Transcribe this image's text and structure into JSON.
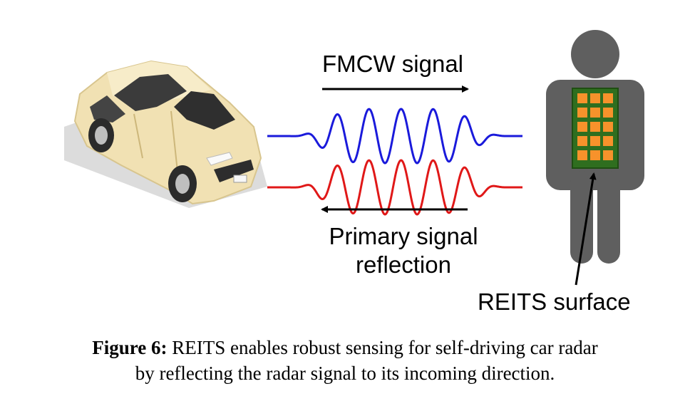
{
  "labels": {
    "fmcw": "FMCW signal",
    "primary_line1": "Primary signal",
    "primary_line2": "reflection",
    "reits_surface": "REITS surface"
  },
  "caption": {
    "prefix": "Figure 6:",
    "line1": " REITS enables robust sensing for self-driving car radar",
    "line2": "by reflecting the radar signal to its incoming direction."
  },
  "colors": {
    "outgoing_wave": "#1a1adb",
    "reflected_wave": "#e01818",
    "person": "#5f5f5f",
    "surface_board": "#2f6e1f",
    "surface_cell": "#f7922b",
    "car_body": "#f1e1b3",
    "car_glass": "#3b3b3b"
  },
  "icons": {
    "car": "sedan-car-icon",
    "person": "person-figure-icon"
  }
}
